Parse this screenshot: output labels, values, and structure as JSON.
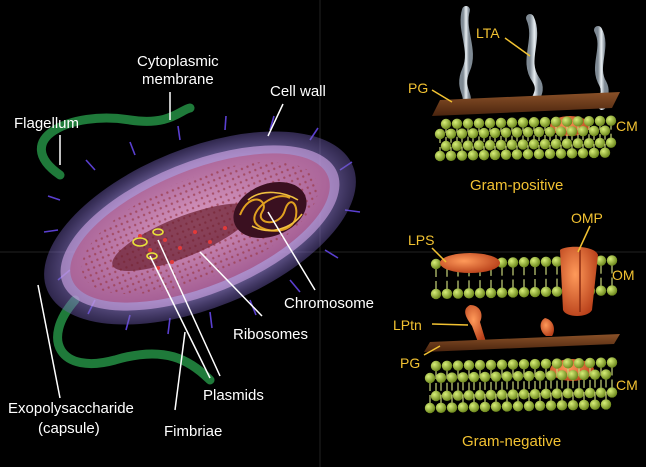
{
  "bacterium": {
    "labels": {
      "cytoplasmic_membrane_1": "Cytoplasmic",
      "cytoplasmic_membrane_2": "membrane",
      "cell_wall": "Cell wall",
      "flagellum": "Flagellum",
      "chromosome": "Chromosome",
      "ribosomes": "Ribosomes",
      "plasmids": "Plasmids",
      "exopolysaccharide_1": "Exopolysaccharide",
      "exopolysaccharide_2": "(capsule)",
      "fimbriae": "Fimbriae"
    }
  },
  "gram_positive": {
    "caption": "Gram-positive",
    "labels": {
      "lta": "LTA",
      "pg": "PG",
      "cm": "CM"
    }
  },
  "gram_negative": {
    "caption": "Gram-negative",
    "labels": {
      "lps": "LPS",
      "omp": "OMP",
      "om": "OM",
      "lptn": "LPtn",
      "pg": "PG",
      "cm": "CM"
    }
  },
  "colors": {
    "background": "#000000",
    "flagellum": "#1f7a3a",
    "capsule": "#b9a9e6",
    "cytoplasm": "#c77fb0",
    "nucleoid": "#e0a020",
    "lipid_head": "#9bb536",
    "peptidoglycan": "#6b3a1c",
    "protein": "#d85a2a",
    "label_yellow": "#f2c232"
  }
}
